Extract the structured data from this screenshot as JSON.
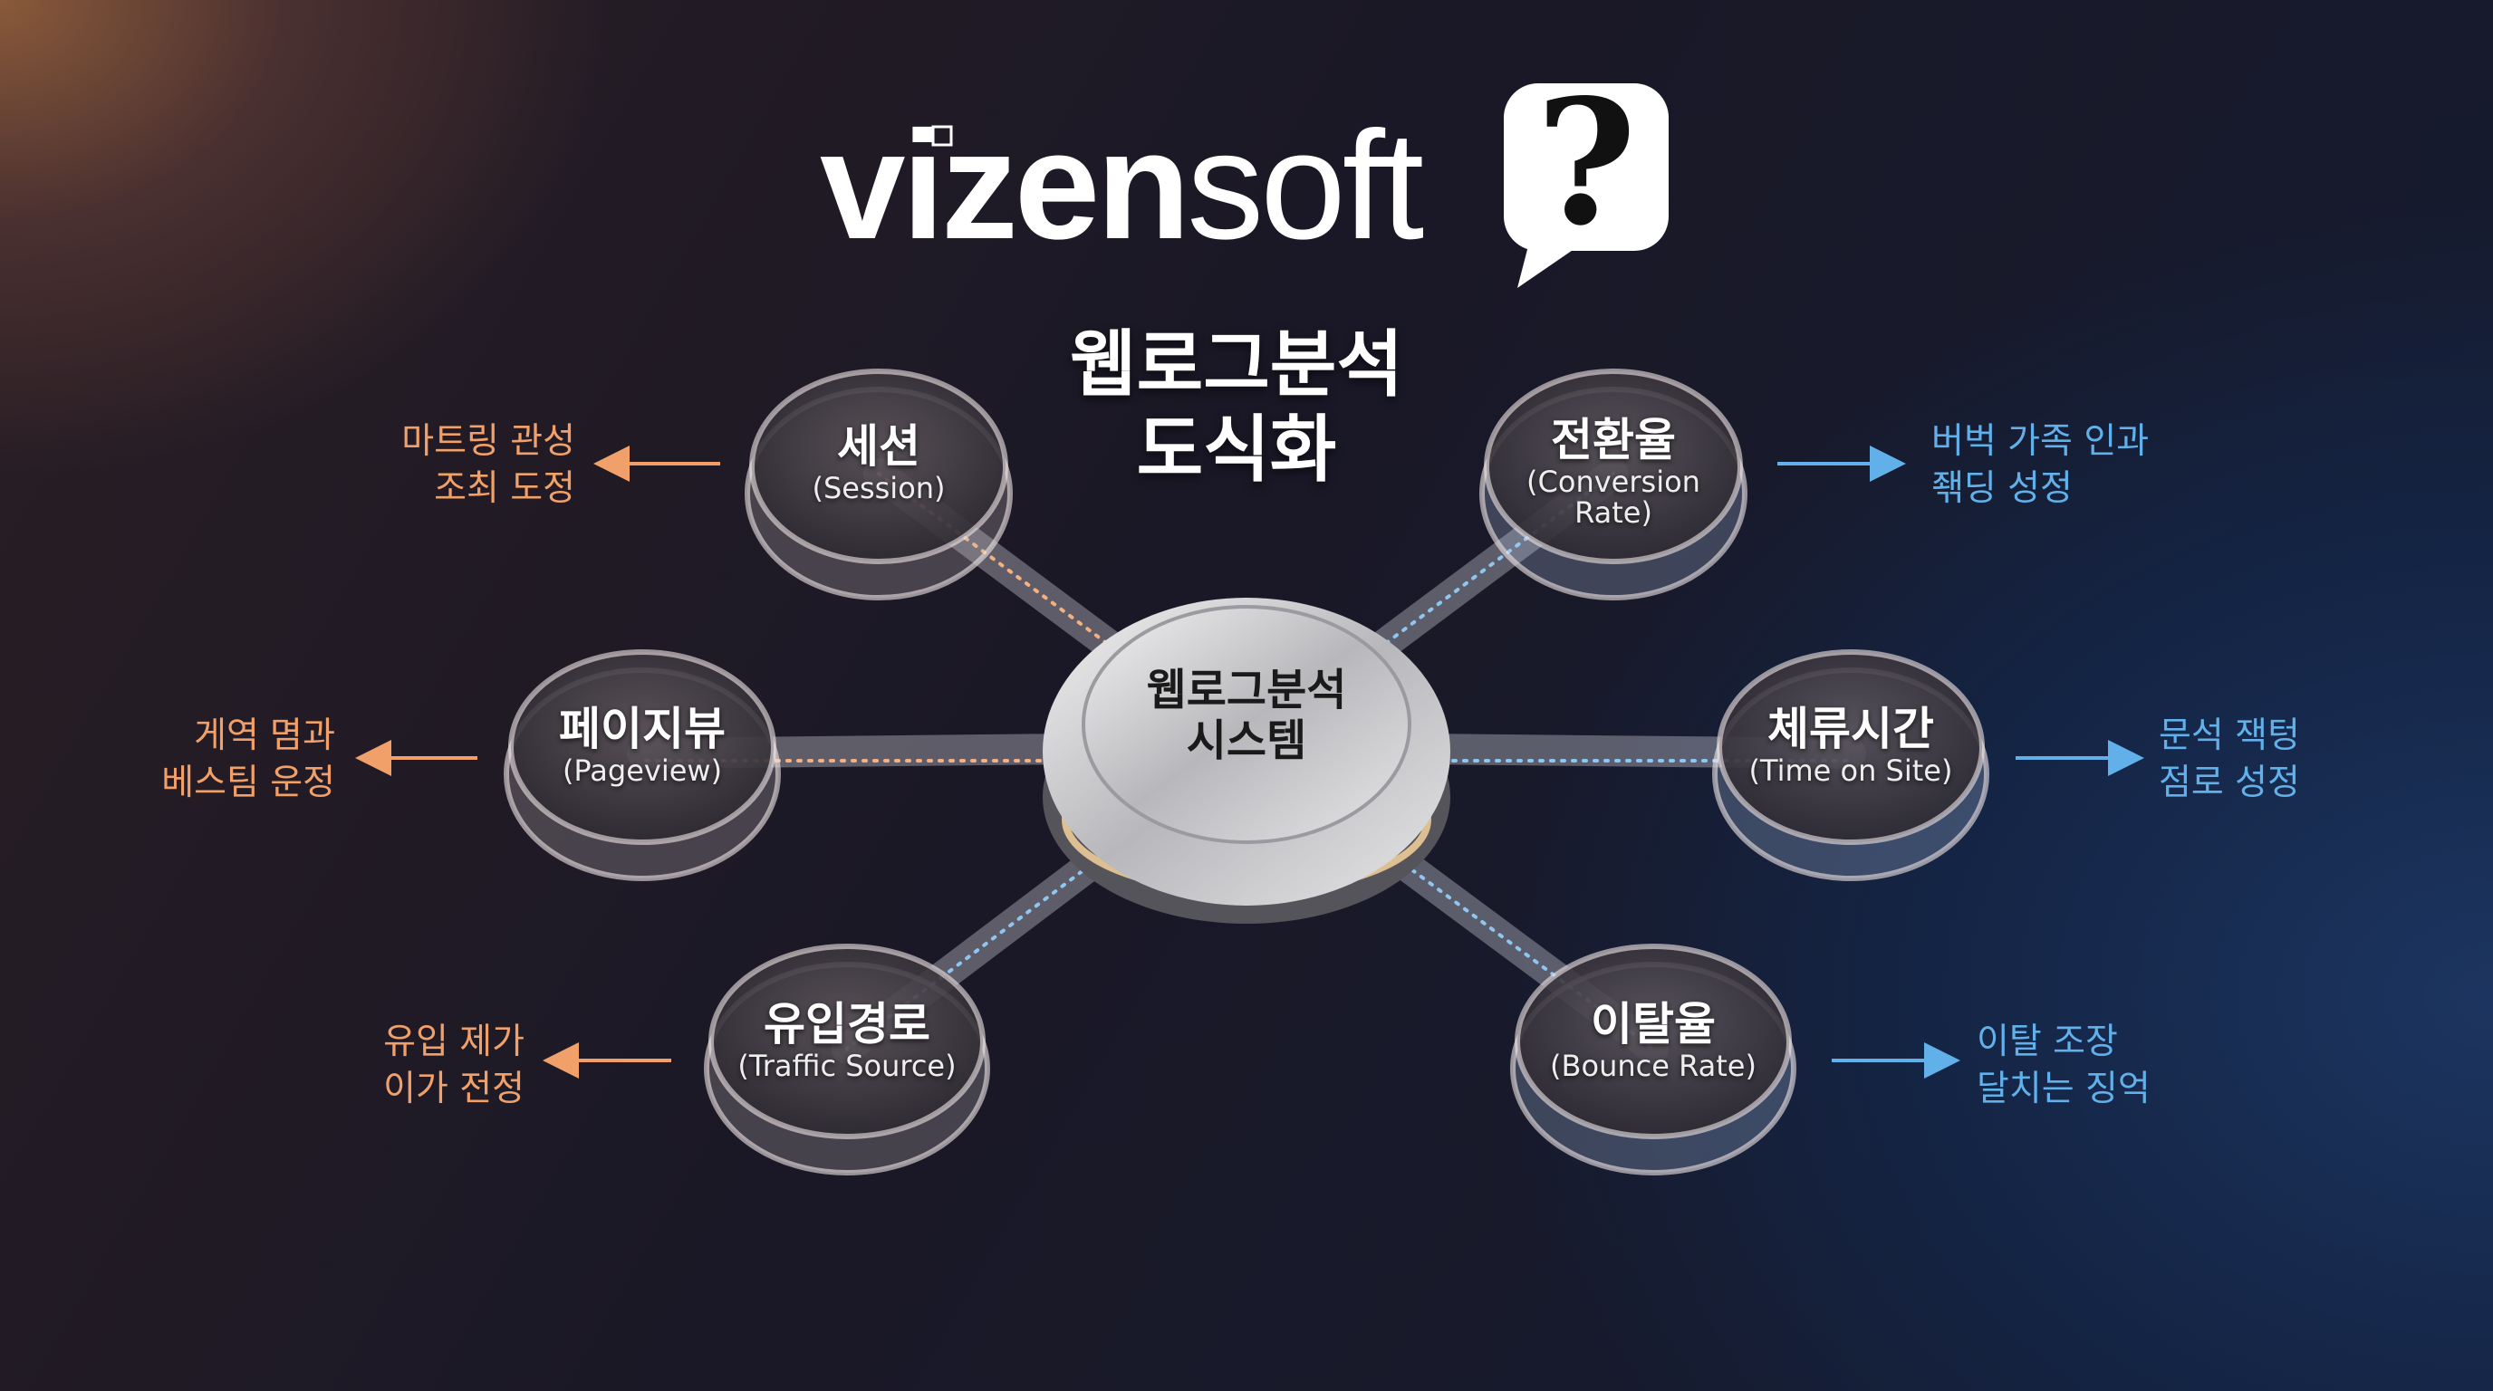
{
  "logo": {
    "bold": "vizen",
    "light": "soft",
    "mark": "?"
  },
  "title": {
    "line1": "웹로그분석",
    "line2": "도식화"
  },
  "hub": {
    "line1": "웹로그분석",
    "line2": "시스템"
  },
  "nodes": {
    "session": {
      "ko": "세션",
      "en": "(Session)",
      "desc1": "마트링 관성",
      "desc2": "조최 도정"
    },
    "pageview": {
      "ko": "페이지뷰",
      "en": "(Pageview)",
      "desc1": "게역 몀과",
      "desc2": "베스팀 운정"
    },
    "traffic": {
      "ko": "유입경로",
      "en": "(Traffic Source)",
      "desc1": "유입 제가",
      "desc2": "이가 전정"
    },
    "conversion": {
      "ko": "전환율",
      "en": "(Conversion Rate)",
      "desc1": "버벅 가족 인과",
      "desc2": "좪딩 성정"
    },
    "time": {
      "ko": "체류시간",
      "en": "(Time on Site)",
      "desc1": "문석 잭텅",
      "desc2": "점로 성정"
    },
    "bounce": {
      "ko": "이탈율",
      "en": "(Bounce Rate)",
      "desc1": "이탈 조장",
      "desc2": "달치는 징억"
    }
  },
  "colors": {
    "left_accent": "#f0a068",
    "right_accent": "#62b0ea"
  }
}
